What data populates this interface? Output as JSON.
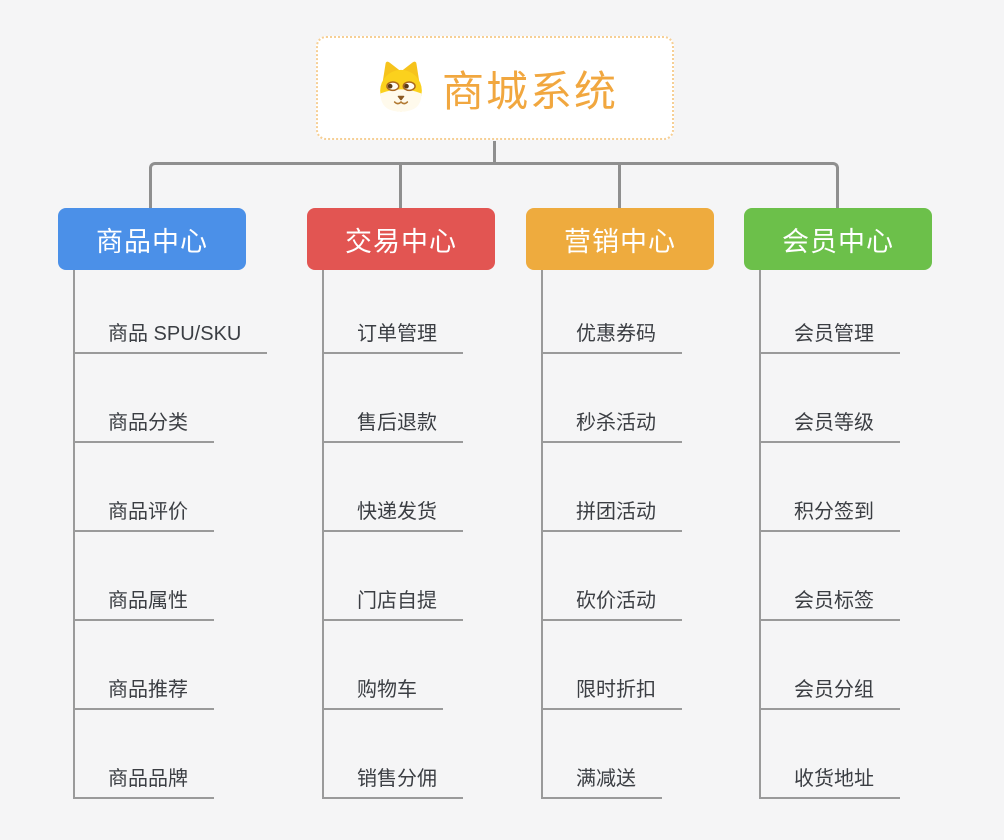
{
  "app": {
    "background_color": "#f5f5f6",
    "connector_color": "#8f8f8f",
    "leaf_line_color": "#9a9a9a"
  },
  "root": {
    "title": "商城系统",
    "icon": "shiba-dog-icon",
    "title_color": "#f1a73f",
    "border_color": "#f6cf95"
  },
  "branches": [
    {
      "id": "product-center",
      "label": "商品中心",
      "color": "#4b90e8",
      "items": [
        "商品 SPU/SKU",
        "商品分类",
        "商品评价",
        "商品属性",
        "商品推荐",
        "商品品牌"
      ]
    },
    {
      "id": "trade-center",
      "label": "交易中心",
      "color": "#e25552",
      "items": [
        "订单管理",
        "售后退款",
        "快递发货",
        "门店自提",
        "购物车",
        "销售分佣"
      ]
    },
    {
      "id": "marketing-center",
      "label": "营销中心",
      "color": "#eeab3e",
      "items": [
        "优惠券码",
        "秒杀活动",
        "拼团活动",
        "砍价活动",
        "限时折扣",
        "满减送"
      ]
    },
    {
      "id": "member-center",
      "label": "会员中心",
      "color": "#6cc04a",
      "items": [
        "会员管理",
        "会员等级",
        "积分签到",
        "会员标签",
        "会员分组",
        "收货地址"
      ]
    }
  ]
}
